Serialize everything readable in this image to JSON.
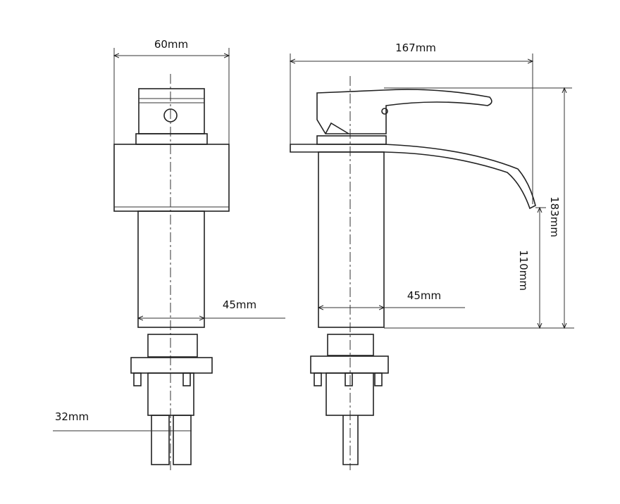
{
  "dimensions": {
    "front_width": "60mm",
    "side_length": "167mm",
    "total_height": "183mm",
    "spout_height": "110mm",
    "front_body_diameter": "45mm",
    "side_body_diameter": "45mm",
    "shank_spacing": "32mm"
  }
}
